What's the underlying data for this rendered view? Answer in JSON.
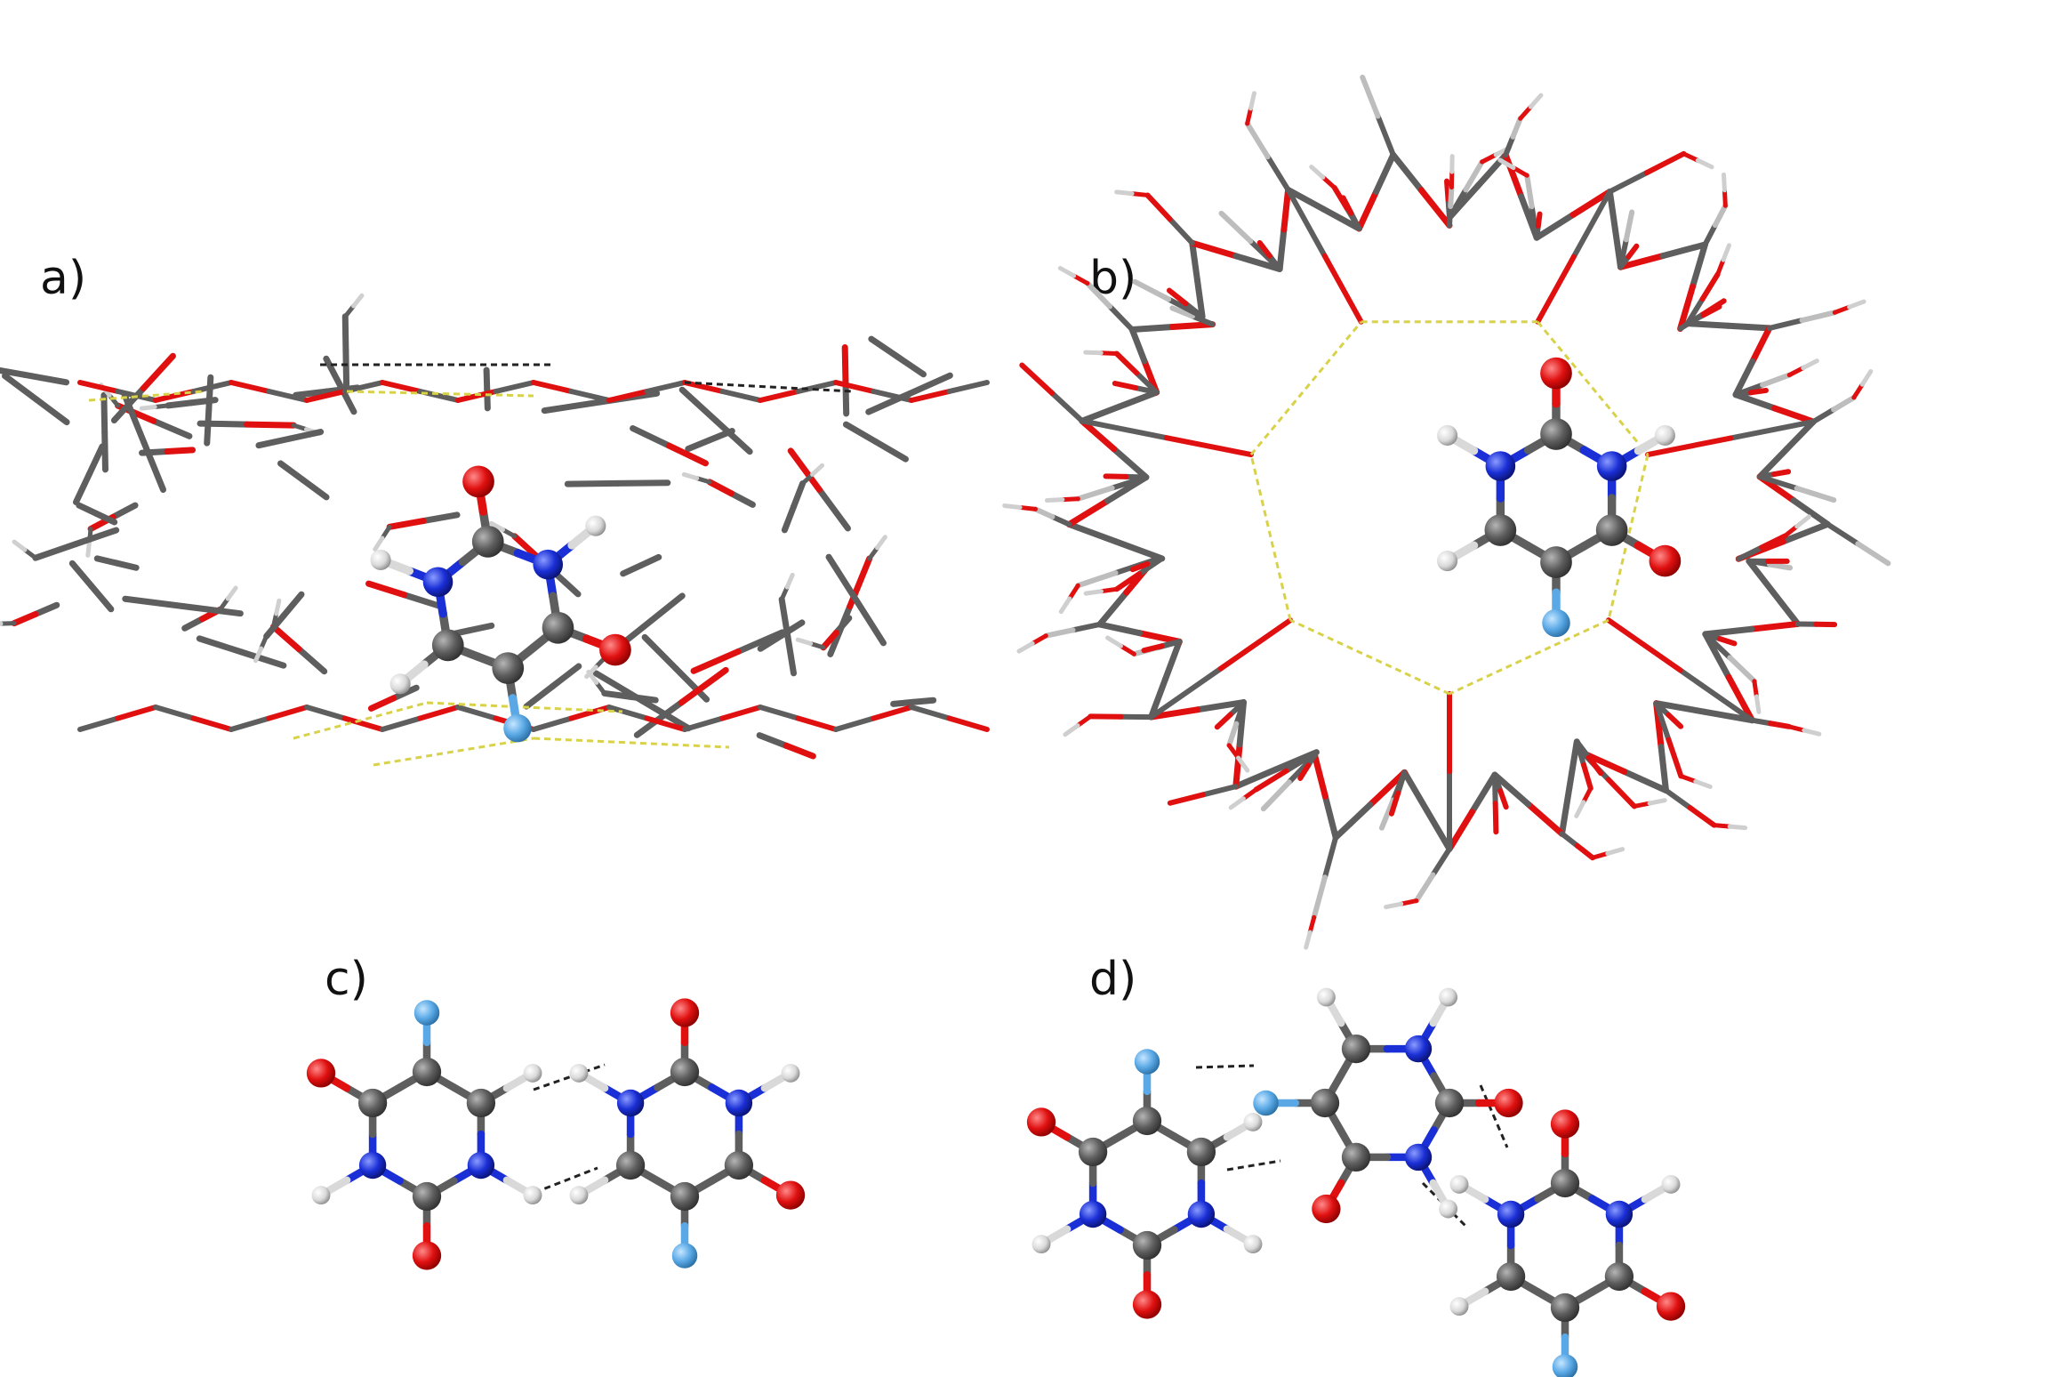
{
  "panels": {
    "a": {
      "label": "a)"
    },
    "b": {
      "label": "b)"
    },
    "c": {
      "label": "c)"
    },
    "d": {
      "label": "d)"
    }
  },
  "colors": {
    "carbon": "#5e5e5e",
    "oxygen": "#e01010",
    "nitrogen": "#1a2fd6",
    "hydrogen": "#d9d9d9",
    "fluorine": "#5aa9e6",
    "hbond_yellow": "#d8d24a",
    "hbond_black": "#222222"
  },
  "atom_types": [
    "carbon",
    "oxygen",
    "nitrogen",
    "hydrogen",
    "fluorine"
  ],
  "icons": [
    "ball-and-stick-molecule",
    "wireframe-cyclodextrin"
  ]
}
